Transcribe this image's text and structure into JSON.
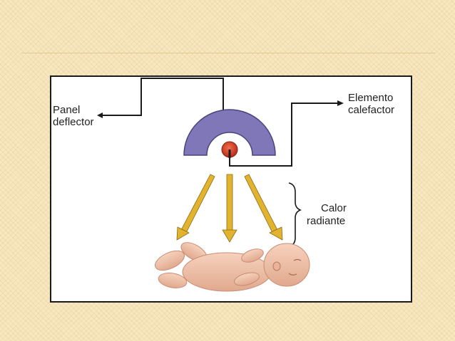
{
  "diagram": {
    "labels": {
      "deflector_line1": "Panel",
      "deflector_line2": "deflector",
      "heater_line1": "Elemento",
      "heater_line2": "calefactor",
      "heat_line1": "Calor",
      "heat_line2": "radiante"
    },
    "colors": {
      "deflector_panel": "#7f77b8",
      "heating_element": "#d8412a",
      "heat_arrows": "#e2b32e",
      "leader_lines": "#1a1a1a",
      "baby_skin": "#f1c4aa"
    },
    "icons": {
      "radiant_heat": "yellow-down-arrow",
      "baby": "newborn-infant-illustration"
    }
  }
}
